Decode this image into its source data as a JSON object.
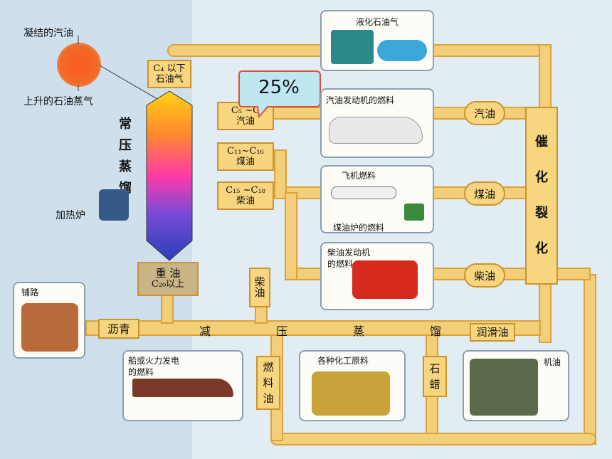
{
  "labels": {
    "condensed": "凝结的汽油",
    "rising": "上升的石油蒸气",
    "heater": "加热炉",
    "column": [
      "常",
      "压",
      "蒸",
      "馏"
    ],
    "c4": "C₄ 以下",
    "c4_sub": "石油气",
    "c5": "C₅ ~C",
    "c5_sub": "汽油",
    "c11": "C₁₁~C₁₆",
    "c11_sub": "煤油",
    "c15": "C₁₅ ~C₁₈",
    "c15_sub": "柴油",
    "heavy": "重 油",
    "heavy_sub": "C₂₀以上",
    "road": "铺路",
    "asphalt": "沥青",
    "vacuum": [
      "减",
      "压",
      "蒸",
      "馏"
    ],
    "diesel_v": [
      "柴",
      "油"
    ],
    "fuel_v": [
      "燃",
      "料",
      "油"
    ],
    "wax_v": [
      "石",
      "蜡"
    ],
    "lube": "润滑油",
    "engine_oil": "机油",
    "ship": "船或火力发电",
    "ship2": "的燃料",
    "chem": "各种化工原料",
    "lpg": "液化石油气",
    "gas_engine": "汽油发动机的燃料",
    "jet": "飞机燃料",
    "kero_stove": "煤油炉的燃料",
    "diesel_engine": "柴油发动机",
    "diesel_engine2": "的燃料",
    "out_gas": "汽油",
    "out_kero": "煤油",
    "out_diesel": "柴油",
    "cracking": [
      "催",
      "化",
      "裂",
      "化"
    ]
  },
  "callout": "25%",
  "colors": {
    "pipe": "#f4cf7a",
    "callout_border": "#d9533c",
    "callout_fill": "#bfe7f2"
  }
}
